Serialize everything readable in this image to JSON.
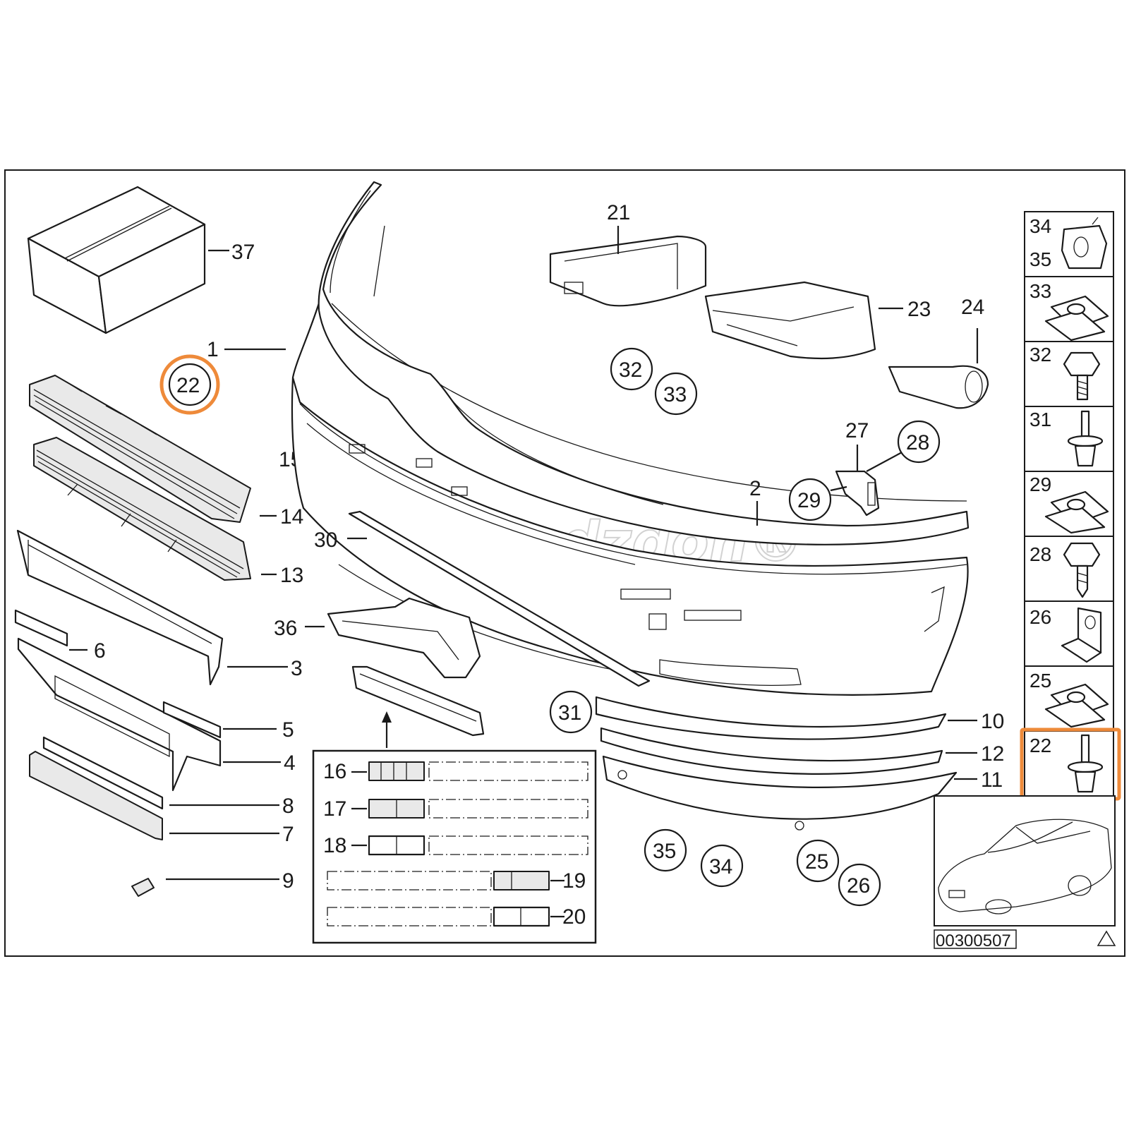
{
  "diagram": {
    "callouts": {
      "c1": "1",
      "c2": "2",
      "c3": "3",
      "c4": "4",
      "c5": "5",
      "c6": "6",
      "c7": "7",
      "c8": "8",
      "c9": "9",
      "c10": "10",
      "c11": "11",
      "c12": "12",
      "c13": "13",
      "c14": "14",
      "c15": "15",
      "c16": "16",
      "c17": "17",
      "c18": "18",
      "c19": "19",
      "c20": "20",
      "c21": "21",
      "c23": "23",
      "c24": "24",
      "c27": "27",
      "c30": "30",
      "c36": "36",
      "c37": "37"
    },
    "circled_callouts": {
      "c22": "22",
      "c25": "25",
      "c26": "26",
      "c28": "28",
      "c29": "29",
      "c31": "31",
      "c32": "32",
      "c33": "33",
      "c34": "34",
      "c35": "35"
    },
    "sidebar_items": [
      "34",
      "35",
      "33",
      "32",
      "31",
      "29",
      "28",
      "26",
      "25",
      "22"
    ],
    "diagram_code": "00300507",
    "watermark": "Woodzdon®",
    "highlight_color": "#ee8a3a"
  }
}
